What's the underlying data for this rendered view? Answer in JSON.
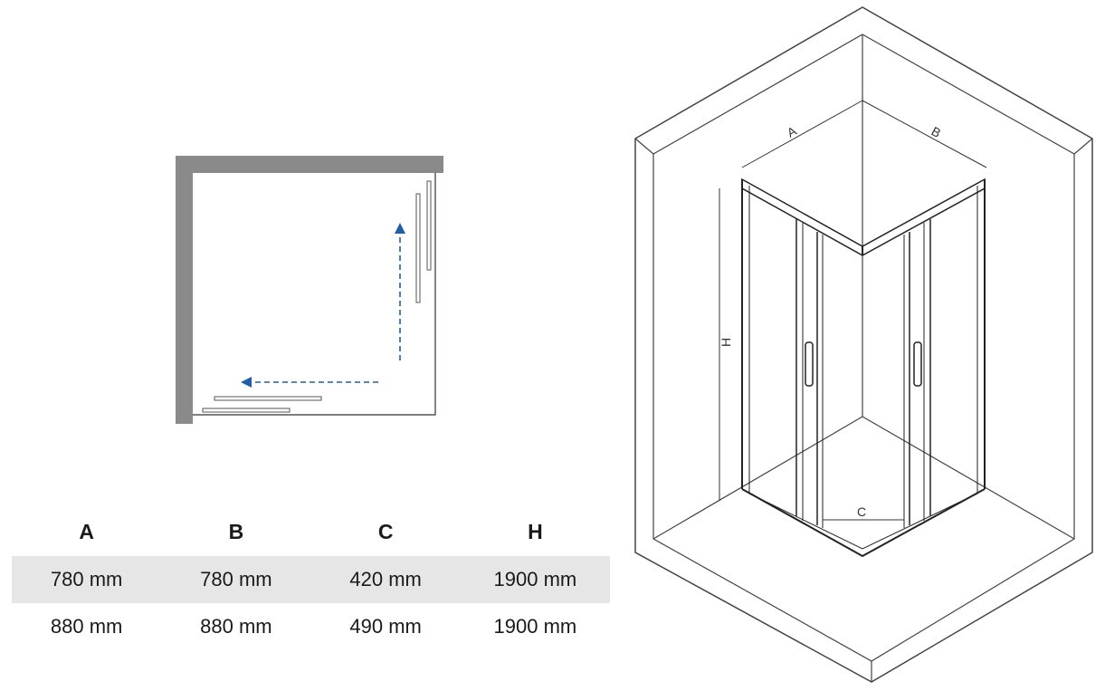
{
  "plan_view": {
    "description_icons": [
      "wall-corner",
      "sliding-door-left",
      "sliding-door-right",
      "arrow-left",
      "arrow-up"
    ],
    "colors": {
      "wall": "#8a8a8a",
      "arrow": "#1f5fa8",
      "outline": "#333333"
    }
  },
  "isometric_view": {
    "labels": {
      "a": "A",
      "b": "B",
      "c": "C",
      "h": "H"
    }
  },
  "dimensions_table": {
    "headers": [
      "A",
      "B",
      "C",
      "H"
    ],
    "rows": [
      [
        "780 mm",
        "780 mm",
        "420 mm",
        "1900 mm"
      ],
      [
        "880 mm",
        "880 mm",
        "490 mm",
        "1900 mm"
      ]
    ],
    "row_shading": [
      "#e6e6e6",
      "#ffffff"
    ]
  }
}
